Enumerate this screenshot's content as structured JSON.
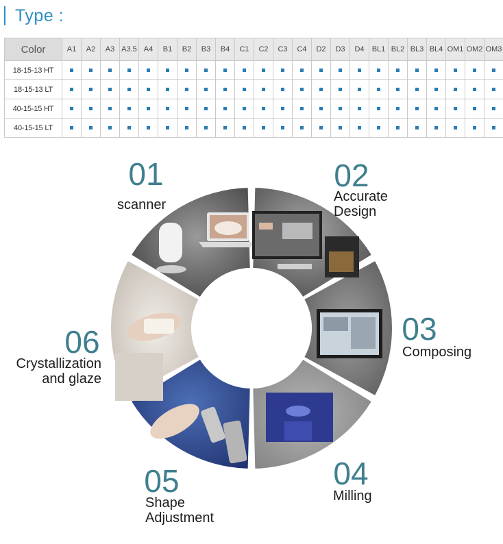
{
  "header": {
    "title": "Type :"
  },
  "table": {
    "corner_label": "Color",
    "shades": [
      "A1",
      "A2",
      "A3",
      "A3.5",
      "A4",
      "B1",
      "B2",
      "B3",
      "B4",
      "C1",
      "C2",
      "C3",
      "C4",
      "D2",
      "D3",
      "D4",
      "BL1",
      "BL2",
      "BL3",
      "BL4",
      "OM1",
      "OM2",
      "OM3"
    ],
    "rows": [
      "18-15-13 HT",
      "18-15-13 LT",
      "40-15-15 HT",
      "40-15-15 LT"
    ],
    "available": [
      [
        1,
        1,
        1,
        1,
        1,
        1,
        1,
        1,
        1,
        1,
        1,
        1,
        1,
        1,
        1,
        1,
        1,
        1,
        1,
        1,
        1,
        1,
        1
      ],
      [
        1,
        1,
        1,
        1,
        1,
        1,
        1,
        1,
        1,
        1,
        1,
        1,
        1,
        1,
        1,
        1,
        1,
        1,
        1,
        1,
        1,
        1,
        1
      ],
      [
        1,
        1,
        1,
        1,
        1,
        1,
        1,
        1,
        1,
        1,
        1,
        1,
        1,
        1,
        1,
        1,
        1,
        1,
        1,
        1,
        1,
        1,
        1
      ],
      [
        1,
        1,
        1,
        1,
        1,
        1,
        1,
        1,
        1,
        1,
        1,
        1,
        1,
        1,
        1,
        1,
        1,
        1,
        1,
        1,
        1,
        1,
        1
      ]
    ],
    "dot_color": "#2a7db5"
  },
  "process": {
    "steps": [
      {
        "num": "01",
        "lines": [
          "scanner"
        ]
      },
      {
        "num": "02",
        "lines": [
          "Accurate",
          "Design"
        ]
      },
      {
        "num": "03",
        "lines": [
          "Composing"
        ]
      },
      {
        "num": "04",
        "lines": [
          "Milling"
        ]
      },
      {
        "num": "05",
        "lines": [
          "Shape",
          "Adjustment"
        ]
      },
      {
        "num": "06",
        "lines": [
          "Crystallization",
          "and glaze"
        ]
      }
    ],
    "number_color": "#3f7f8f",
    "label_color": "#1d1d1d",
    "ring_color": "#7a7a7a"
  }
}
